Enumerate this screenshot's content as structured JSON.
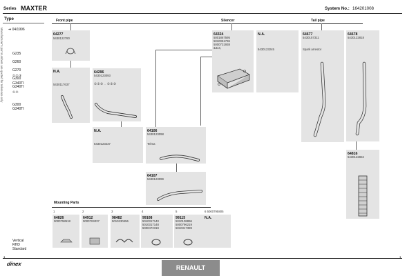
{
  "header": {
    "series_label": "Series",
    "series_value": "MAXTER",
    "system_label": "System No.:",
    "system_value": "164201008"
  },
  "sidebar": {
    "type_label": "Type",
    "side_text": "Manufacturer's part numbers are quoted for reference only",
    "date_text": "04/1996",
    "models_1": [
      "G235",
      "G260",
      "G270",
      "G300",
      "G340TI"
    ],
    "icons_1": "①②③",
    "models_2": [
      "G340TI"
    ],
    "icons_2": "①②",
    "models_3": [
      "G300",
      "G340TI"
    ],
    "config": [
      "Vertical",
      "RHD",
      "Standard"
    ]
  },
  "sections": {
    "front_pipe": "Front pipe",
    "silencer": "Silencer",
    "tail_pipe": "Tail pipe",
    "mounting_parts": "Mounting Parts"
  },
  "parts": {
    "p64277": {
      "code": "64277",
      "ref": "5430122780"
    },
    "na1": {
      "code": "N.A.",
      "ref": "5430117637"
    },
    "p64296": {
      "code": "64296",
      "ref": "5430123093",
      "icons": "①②③ . ①②③"
    },
    "na2": {
      "code": "N.A.",
      "ref": "5430123237"
    },
    "p64106": {
      "code": "64106",
      "ref": "5430123098",
      "note": "Telma"
    },
    "p64107": {
      "code": "64107",
      "ref": "5430123099"
    },
    "p64324": {
      "code": "64324",
      "refs": "5001867595\n5010051736\n5000731938\n&4x4,"
    },
    "na3": {
      "code": "N.A.",
      "ref": "5430123245"
    },
    "p64677": {
      "code": "64677",
      "ref": "5430157311",
      "note": "Spark arrestor"
    },
    "p64678": {
      "code": "64678",
      "ref": "5430122818"
    },
    "p64816": {
      "code": "64816",
      "ref": "5430122834"
    }
  },
  "mounting": [
    {
      "num": "1",
      "code": "64826",
      "refs": "0000758518"
    },
    {
      "num": "2",
      "code": "64912",
      "refs": "0000704037"
    },
    {
      "num": "3",
      "code": "98482",
      "refs": "5010230456"
    },
    {
      "num": "4",
      "code": "99108",
      "refs": "5010317140\n5010317148\n5000472319"
    },
    {
      "num": "5",
      "code": "99115",
      "refs": "5010108896\n5000796219\n5010317399"
    },
    {
      "num": "6",
      "code": "N.A.",
      "header": "5000795805"
    }
  ],
  "footer": {
    "brand": "RENAULT",
    "logo": "dinex",
    "page_left": "1",
    "page_right": "1"
  },
  "colors": {
    "box_bg": "#e4e4e4",
    "brand_bar": "#8c8c8c"
  }
}
